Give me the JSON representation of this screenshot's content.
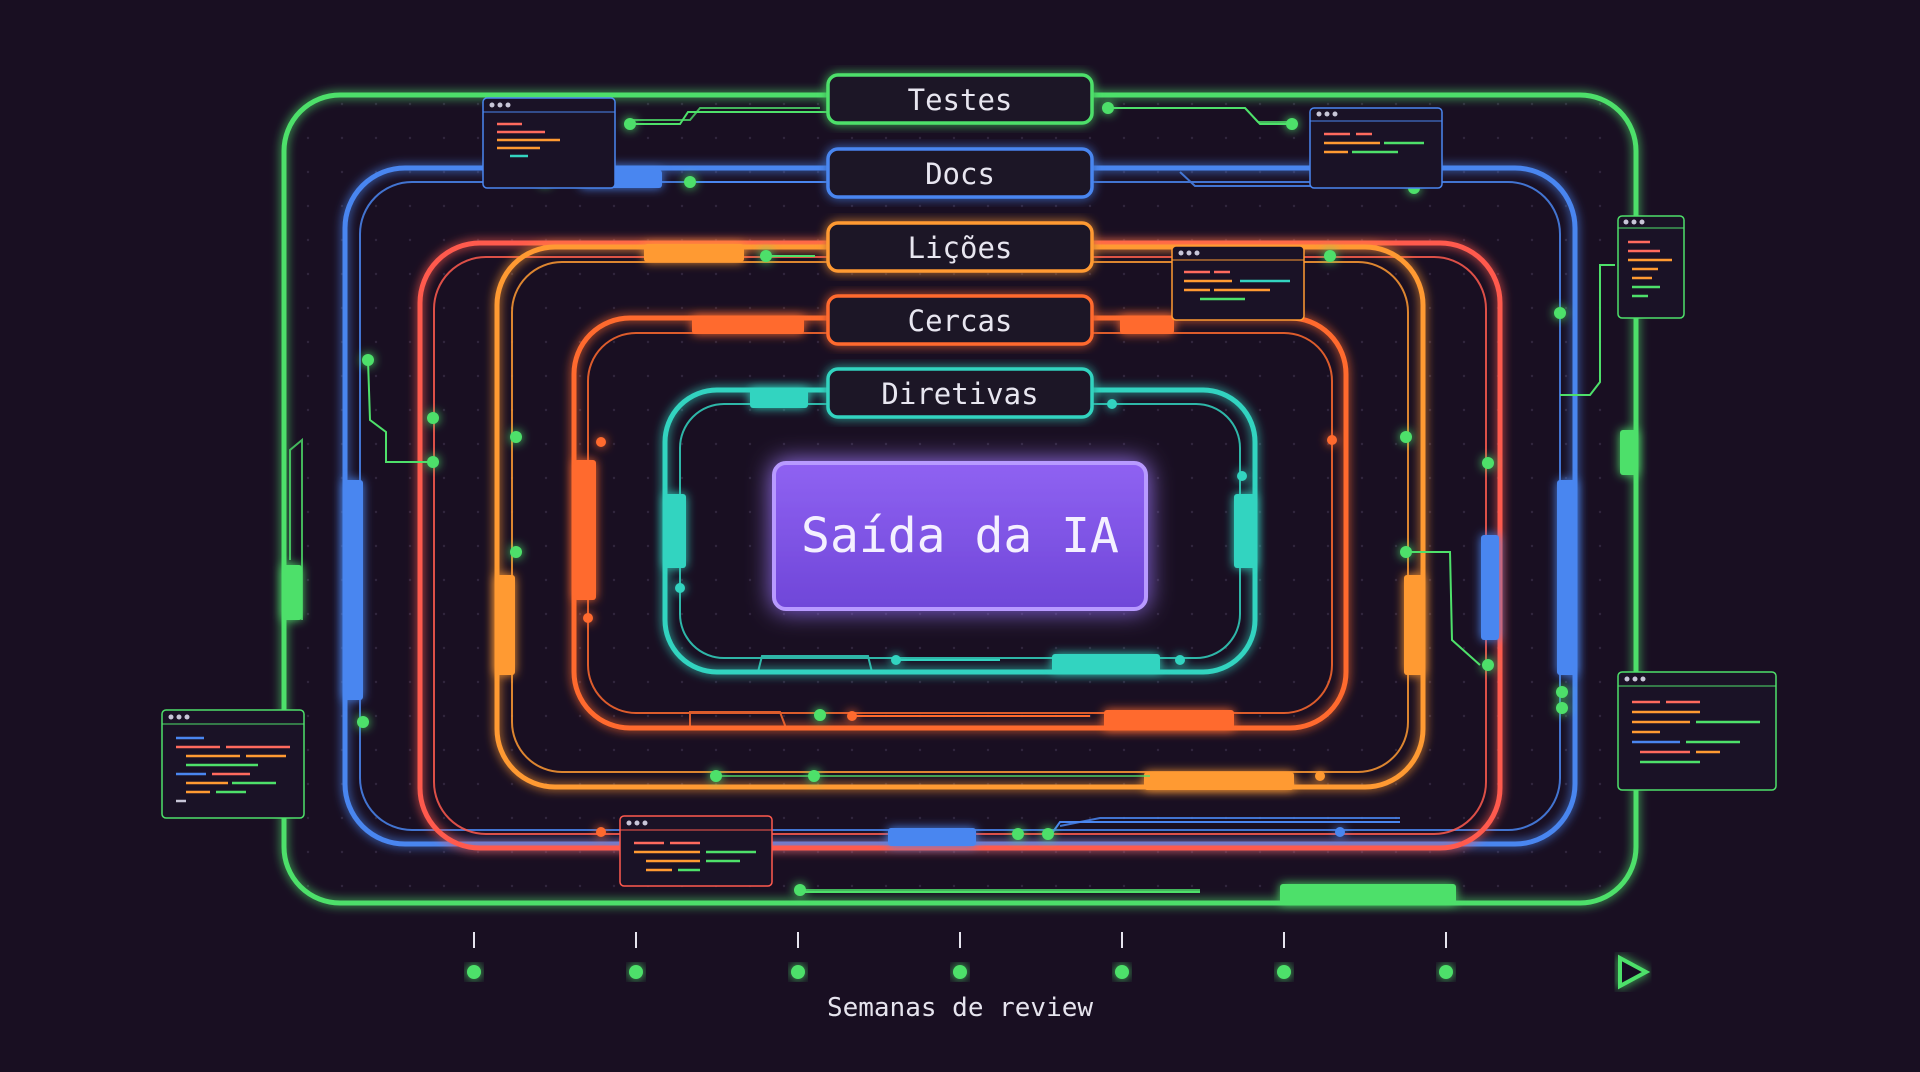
{
  "diagram": {
    "center_label": "Saída da IA",
    "layers": [
      {
        "id": "testes",
        "label": "Testes",
        "color": "#4ee06a"
      },
      {
        "id": "docs",
        "label": "Docs",
        "color": "#4a86f0"
      },
      {
        "id": "licoes",
        "label": "Lições",
        "color": "#ff9a32"
      },
      {
        "id": "cercas",
        "label": "Cercas",
        "color": "#ff6a2e"
      },
      {
        "id": "diretivas",
        "label": "Diretivas",
        "color": "#33d4c0"
      }
    ],
    "extra_ring_color": "#ff5a4e",
    "center_color": "#8a5cf0",
    "timeline": {
      "label": "Semanas de review",
      "tick_count": 7,
      "color": "#4ee06a"
    }
  }
}
